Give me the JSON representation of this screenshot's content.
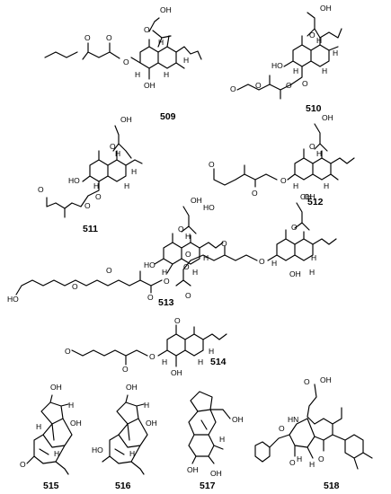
{
  "figure": {
    "compounds": [
      {
        "id": "509",
        "atom_labels": [
          "OH",
          "O",
          "O",
          "O",
          "O",
          "H",
          "OH",
          "H",
          "H",
          "H"
        ]
      },
      {
        "id": "510",
        "atom_labels": [
          "OH",
          "O",
          "HO",
          "H",
          "H",
          "H",
          "O",
          "O",
          "O",
          "O",
          "H"
        ]
      },
      {
        "id": "511",
        "atom_labels": [
          "OH",
          "O",
          "HO",
          "O",
          "H",
          "H",
          "H",
          "O",
          "O",
          "H"
        ]
      },
      {
        "id": "512",
        "atom_labels": [
          "OH",
          "O",
          "HO",
          "O",
          "O",
          "O",
          "OH",
          "H",
          "H",
          "H"
        ]
      },
      {
        "id": "513",
        "atom_labels": [
          "OH",
          "O",
          "HO",
          "H",
          "H",
          "H",
          "O",
          "O",
          "O",
          "HO",
          "O",
          "H"
        ]
      },
      {
        "id": "514",
        "atom_labels": [
          "OH",
          "O",
          "O",
          "O",
          "O",
          "O",
          "O",
          "H",
          "OH",
          "H",
          "H",
          "O",
          "O",
          "O",
          "O",
          "OH",
          "H",
          "H",
          "H"
        ]
      },
      {
        "id": "515",
        "atom_labels": [
          "OH",
          "H",
          "OH",
          "H",
          "O",
          "H"
        ]
      },
      {
        "id": "516",
        "atom_labels": [
          "OH",
          "H",
          "OH",
          "HO",
          "H"
        ]
      },
      {
        "id": "517",
        "atom_labels": [
          "OH",
          "OH",
          "OH",
          "H"
        ]
      },
      {
        "id": "518",
        "atom_labels": [
          "OH",
          "O",
          "HN",
          "O",
          "O",
          "H",
          "H",
          "O"
        ]
      }
    ]
  }
}
